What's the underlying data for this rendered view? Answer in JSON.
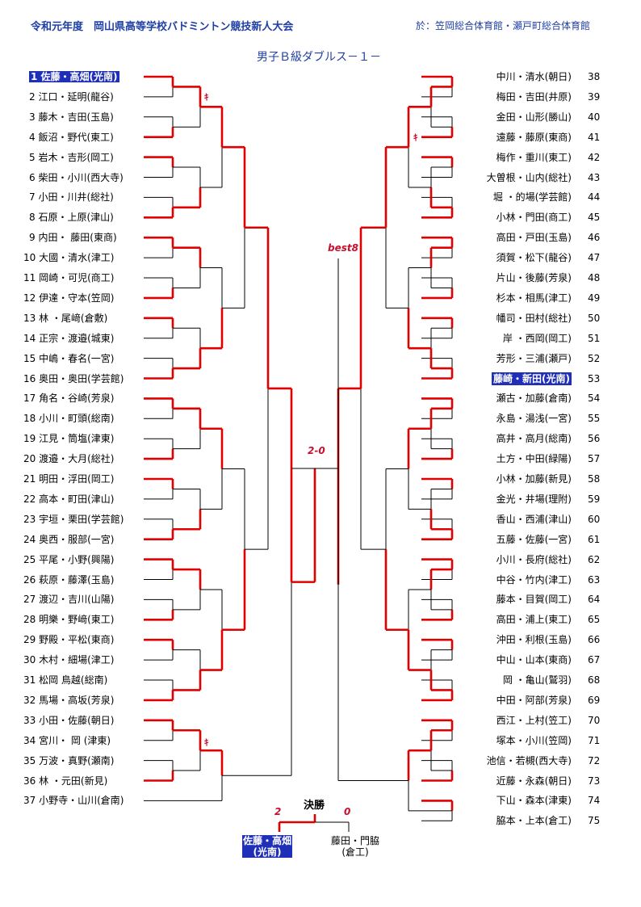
{
  "header": {
    "title": "令和元年度　岡山県高等学校バドミントン競技新人大会",
    "venue": "於：笠岡総合体育館・瀬戸町総合体育館",
    "event": "男子Ｂ級ダブルス－１－"
  },
  "colors": {
    "accent": "#1f3fa6",
    "win_line": "#e00000",
    "highlight": "#1f2fb8"
  },
  "left_entries": [
    {
      "no": "1",
      "name": "佐藤・高畑(光南)",
      "hl": true
    },
    {
      "no": "2",
      "name": "江口・延明(龍谷)"
    },
    {
      "no": "3",
      "name": "藤木・吉田(玉島)"
    },
    {
      "no": "4",
      "name": "飯沼・野代(東工)"
    },
    {
      "no": "5",
      "name": "岩木・吉形(岡工)"
    },
    {
      "no": "6",
      "name": "柴田・小川(西大寺)"
    },
    {
      "no": "7",
      "name": "小田・川井(総社)"
    },
    {
      "no": "8",
      "name": "石原・上原(津山)"
    },
    {
      "no": "9",
      "name": "内田・ 藤田(東商)"
    },
    {
      "no": "10",
      "name": "大國・清水(津工)"
    },
    {
      "no": "11",
      "name": "岡崎・可児(商工)"
    },
    {
      "no": "12",
      "name": "伊達・守本(笠岡)"
    },
    {
      "no": "13",
      "name": "林 ・尾﨑(倉敷)"
    },
    {
      "no": "14",
      "name": "正宗・渡邉(城東)"
    },
    {
      "no": "15",
      "name": "中嶋・春名(一宮)"
    },
    {
      "no": "16",
      "name": "奥田・奥田(学芸館)"
    },
    {
      "no": "17",
      "name": "角名・谷崎(芳泉)"
    },
    {
      "no": "18",
      "name": "小川・町頭(総南)"
    },
    {
      "no": "19",
      "name": "江見・筒塩(津東)"
    },
    {
      "no": "20",
      "name": "渡邉・大月(総社)"
    },
    {
      "no": "21",
      "name": "明田・浮田(岡工)"
    },
    {
      "no": "22",
      "name": "高本・町田(津山)"
    },
    {
      "no": "23",
      "name": "宇垣・栗田(学芸館)"
    },
    {
      "no": "24",
      "name": "奥西・服部(一宮)"
    },
    {
      "no": "25",
      "name": "平尾・小野(興陽)"
    },
    {
      "no": "26",
      "name": "萩原・藤澤(玉島)"
    },
    {
      "no": "27",
      "name": "渡辺・吉川(山陽)"
    },
    {
      "no": "28",
      "name": "明樂・野﨑(東工)"
    },
    {
      "no": "29",
      "name": "野殿・平松(東商)"
    },
    {
      "no": "30",
      "name": "木村・細場(津工)"
    },
    {
      "no": "31",
      "name": "松岡 鳥越(総南)"
    },
    {
      "no": "32",
      "name": "馬場・高坂(芳泉)"
    },
    {
      "no": "33",
      "name": "小田・佐藤(朝日)"
    },
    {
      "no": "34",
      "name": "宮川・ 岡 (津東)"
    },
    {
      "no": "35",
      "name": "万波・真野(瀬南)"
    },
    {
      "no": "36",
      "name": "林 ・元田(新見)"
    },
    {
      "no": "37",
      "name": "小野寺・山川(倉南)"
    }
  ],
  "right_entries": [
    {
      "no": "38",
      "name": "中川・清水(朝日)"
    },
    {
      "no": "39",
      "name": "梅田・吉田(井原)"
    },
    {
      "no": "40",
      "name": "金田・山形(勝山)"
    },
    {
      "no": "41",
      "name": "遠藤・藤原(東商)"
    },
    {
      "no": "42",
      "name": "梅作・重川(東工)"
    },
    {
      "no": "43",
      "name": "大曽根・山内(総社)"
    },
    {
      "no": "44",
      "name": "堀 ・的場(学芸館)"
    },
    {
      "no": "45",
      "name": "小林・門田(商工)"
    },
    {
      "no": "46",
      "name": "高田・戸田(玉島)"
    },
    {
      "no": "47",
      "name": "須賀・松下(龍谷)"
    },
    {
      "no": "48",
      "name": "片山・後藤(芳泉)"
    },
    {
      "no": "49",
      "name": "杉本・相馬(津工)"
    },
    {
      "no": "50",
      "name": "幡司・田村(総社)"
    },
    {
      "no": "51",
      "name": "岸 ・西岡(岡工)"
    },
    {
      "no": "52",
      "name": "芳形・三浦(瀬戸)"
    },
    {
      "no": "53",
      "name": "藤崎・新田(光南)",
      "hl": true
    },
    {
      "no": "54",
      "name": "瀬古・加藤(倉南)"
    },
    {
      "no": "55",
      "name": "永島・湯浅(一宮)"
    },
    {
      "no": "56",
      "name": "高井・高月(総南)"
    },
    {
      "no": "57",
      "name": "土方・中田(緑陽)"
    },
    {
      "no": "58",
      "name": "小林・加藤(新見)"
    },
    {
      "no": "59",
      "name": "金光・井場(理附)"
    },
    {
      "no": "60",
      "name": "香山・西浦(津山)"
    },
    {
      "no": "61",
      "name": "五藤・佐藤(一宮)"
    },
    {
      "no": "62",
      "name": "小川・長府(総社)"
    },
    {
      "no": "63",
      "name": "中谷・竹内(津工)"
    },
    {
      "no": "64",
      "name": "藤本・目賀(岡工)"
    },
    {
      "no": "65",
      "name": "高田・浦上(東工)"
    },
    {
      "no": "66",
      "name": "沖田・利根(玉島)"
    },
    {
      "no": "67",
      "name": "中山・山本(東商)"
    },
    {
      "no": "68",
      "name": "岡 ・亀山(鷲羽)"
    },
    {
      "no": "69",
      "name": "中田・阿部(芳泉)"
    },
    {
      "no": "70",
      "name": "西江・上村(笠工)"
    },
    {
      "no": "71",
      "name": "塚本・小川(笠岡)"
    },
    {
      "no": "72",
      "name": "池信・若槻(西大寺)"
    },
    {
      "no": "73",
      "name": "近藤・永森(朝日)"
    },
    {
      "no": "74",
      "name": "下山・森本(津東)"
    },
    {
      "no": "75",
      "name": "脇本・上本(倉工)"
    }
  ],
  "annotations": {
    "best8": "best8",
    "semi_score": "2-0",
    "kiken_mark": "ｷ"
  },
  "final": {
    "title": "決勝",
    "score_left": "2",
    "score_right": "0",
    "champion_line1": "佐藤・高畑",
    "champion_line2": "(光南)",
    "runner_line1": "藤田・門脇",
    "runner_line2": "(倉工)"
  }
}
